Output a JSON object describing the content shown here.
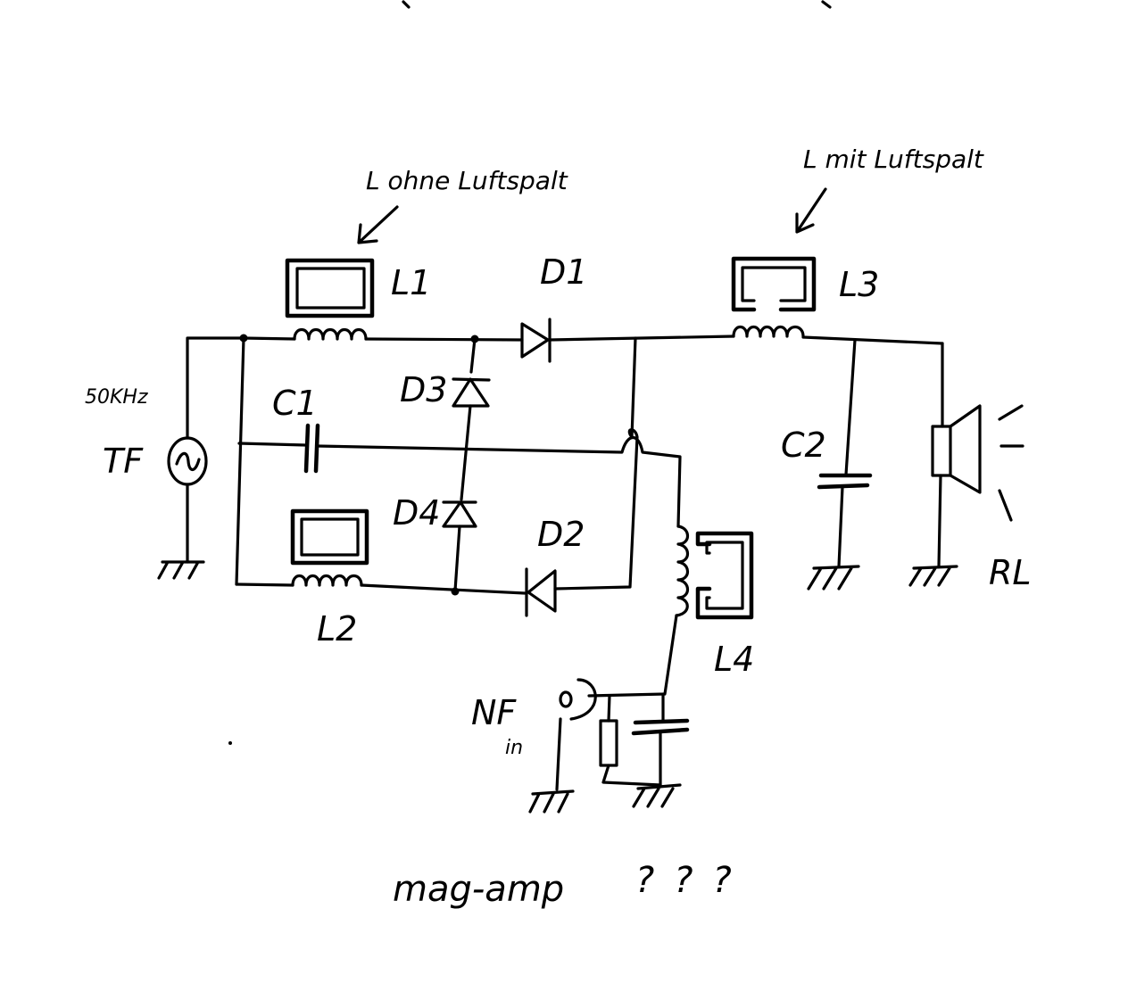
{
  "annotations": {
    "core_no_gap": "L ohne Luftspalt",
    "core_with_gap": "L mit Luftspalt",
    "frequency": "50KHz",
    "bottom_note": "mag-amp",
    "question_marks": "???"
  },
  "labels": {
    "L1": "L1",
    "L2": "L2",
    "L3": "L3",
    "L4": "L4",
    "D1": "D1",
    "D2": "D2",
    "D3": "D3",
    "D4": "D4",
    "C1": "C1",
    "C2": "C2",
    "TF": "TF",
    "RL": "RL",
    "NF": "NF",
    "in": "in"
  }
}
